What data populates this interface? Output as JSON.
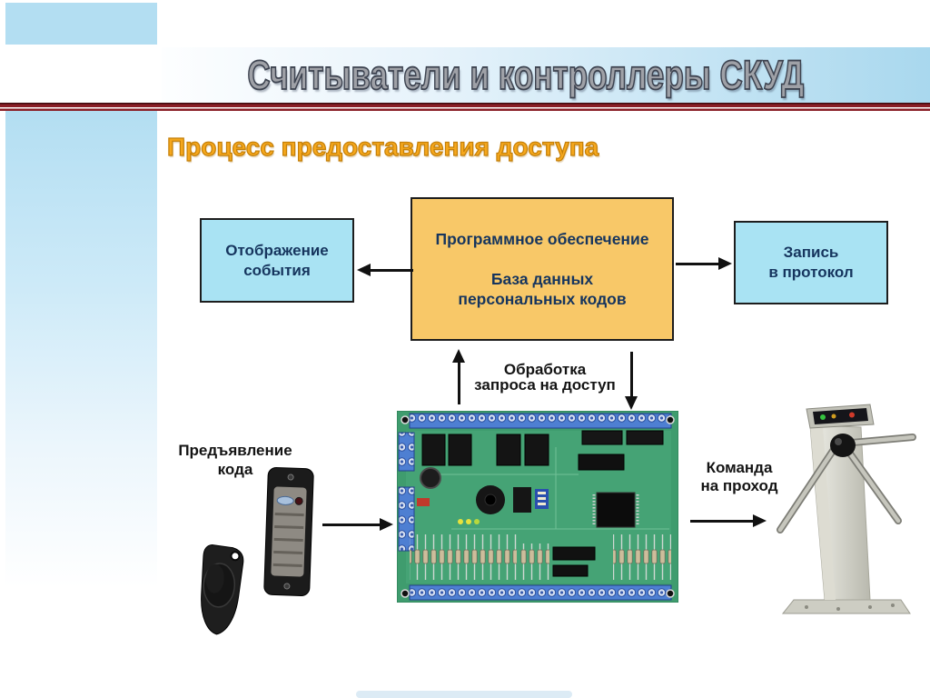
{
  "slide": {
    "title": "Считыватели и контроллеры СКУД",
    "section_heading": "Процесс предоставления доступа"
  },
  "diagram": {
    "event_display_box": {
      "line1": "Отображение",
      "line2": "события"
    },
    "software_box": {
      "line1": "Программное обеспечение",
      "line2": "База данных",
      "line3": "персональных кодов"
    },
    "protocol_box": {
      "line1": "Запись",
      "line2": "в протокол"
    },
    "processing_label": {
      "line1": "Обработка",
      "line2": "запроса на доступ"
    },
    "code_presentation_label": {
      "line1": "Предъявление",
      "line2": "кода"
    },
    "pass_command_label": {
      "line1": "Команда",
      "line2": "на проход"
    },
    "images": {
      "controller_board": "access-controller-board",
      "card_reader": "proximity-card-reader",
      "key_fob": "key-fob",
      "turnstile": "tripod-turnstile"
    }
  },
  "colors": {
    "accent_blue": "#b3def2",
    "box_blue_fill": "#a9e3f3",
    "box_orange_fill": "#f8c868",
    "separator_maroon": "#8a1e26",
    "heading_orange": "#f5a71c",
    "title_gray": "#9fa1a7",
    "arrow_black": "#111111",
    "box_text_navy": "#16355e"
  }
}
